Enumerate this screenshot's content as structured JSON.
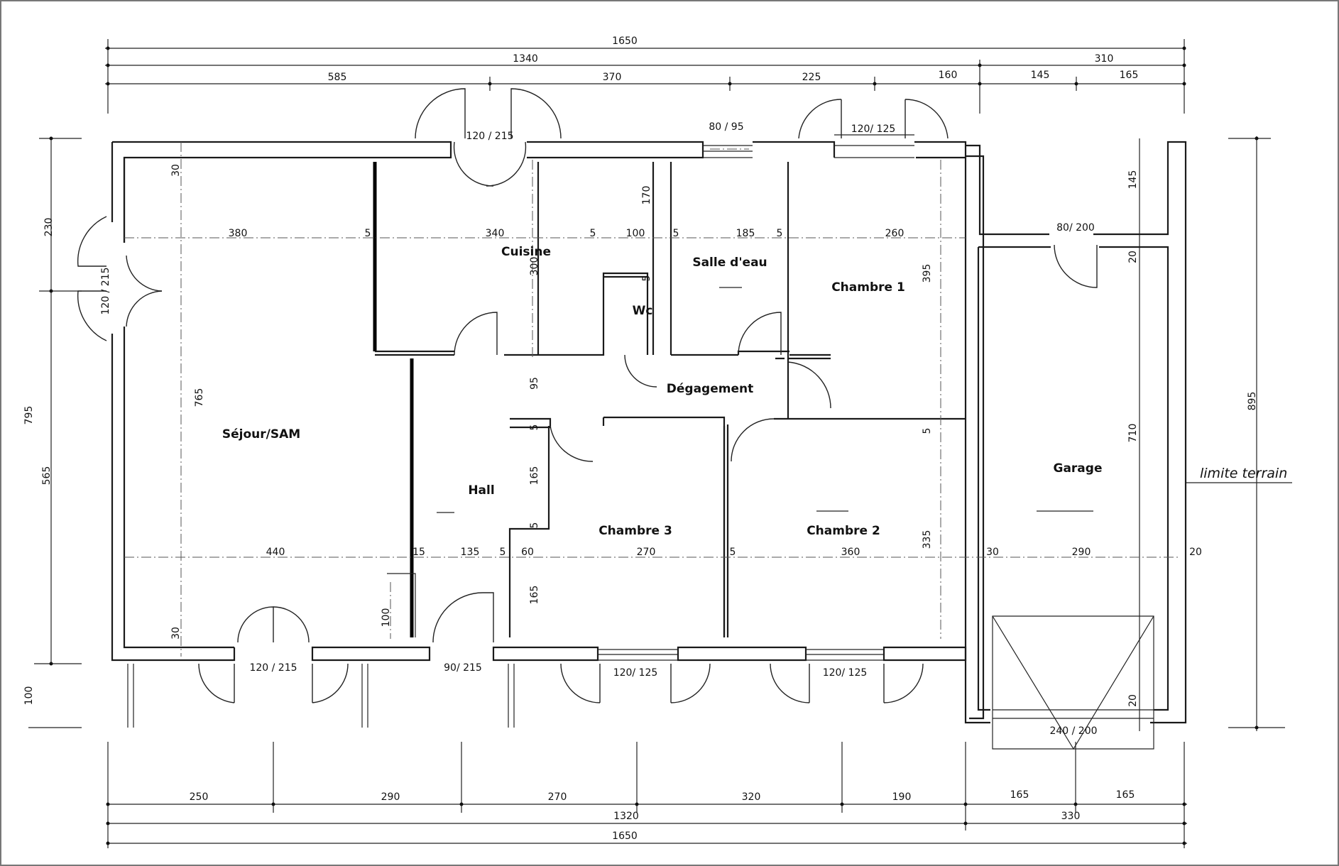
{
  "rooms": {
    "sejour": "Séjour/SAM",
    "cuisine": "Cuisine",
    "salle_eau": "Salle d'eau",
    "chambre1": "Chambre 1",
    "wc": "Wc",
    "degagement": "Dégagement",
    "hall": "Hall",
    "chambre3": "Chambre 3",
    "chambre2": "Chambre 2",
    "garage": "Garage"
  },
  "note": "limite terrain",
  "top_dims": {
    "total": "1650",
    "house": "1340",
    "garage": "310",
    "seg": [
      "585",
      "370",
      "225",
      "160",
      "145",
      "165"
    ]
  },
  "bottom_dims": {
    "seg": [
      "250",
      "290",
      "270",
      "320",
      "190",
      "165",
      "165"
    ],
    "house": "1320",
    "garage": "330",
    "total": "1650"
  },
  "left_dims": {
    "top": "230",
    "mid": "565",
    "overall": "795",
    "bottom": "100"
  },
  "right_dims": {
    "overall": "895",
    "garage_top": "145",
    "garage_door_gap": "20",
    "garage_depth": "710",
    "garage_bottom": "20"
  },
  "interior_dims": {
    "row1": [
      "380",
      "5",
      "340",
      "5",
      "100",
      "5",
      "185",
      "5",
      "260"
    ],
    "row2": [
      "440",
      "15",
      "135",
      "5",
      "60",
      "270",
      "5",
      "360",
      "30",
      "290",
      "20"
    ],
    "v_sejour_top": "30",
    "v_sejour": "765",
    "v_sejour_bottom": "30",
    "v_cuisine_top": "170",
    "v_cuisine": "300",
    "v_wc": "5",
    "v_deg": "95",
    "v_ch3_a": "5",
    "v_ch3_b": "165",
    "v_ch3_c": "5",
    "v_ch3_d": "165",
    "v_hall_door": "100",
    "v_ch1": "395",
    "v_ch2_a": "5",
    "v_ch2_b": "335"
  },
  "doors": {
    "cuisine": "120 / 215",
    "sdb_window": "80 / 95",
    "ch1_window": "120/ 125",
    "entry_left": "120 / 215",
    "garage_side": "80/ 200",
    "sejour_bottom": "120 / 215",
    "hall_entry": "90/ 215",
    "ch3_window": "120/ 125",
    "ch2_window": "120/ 125",
    "garage_door": "240 / 200"
  }
}
